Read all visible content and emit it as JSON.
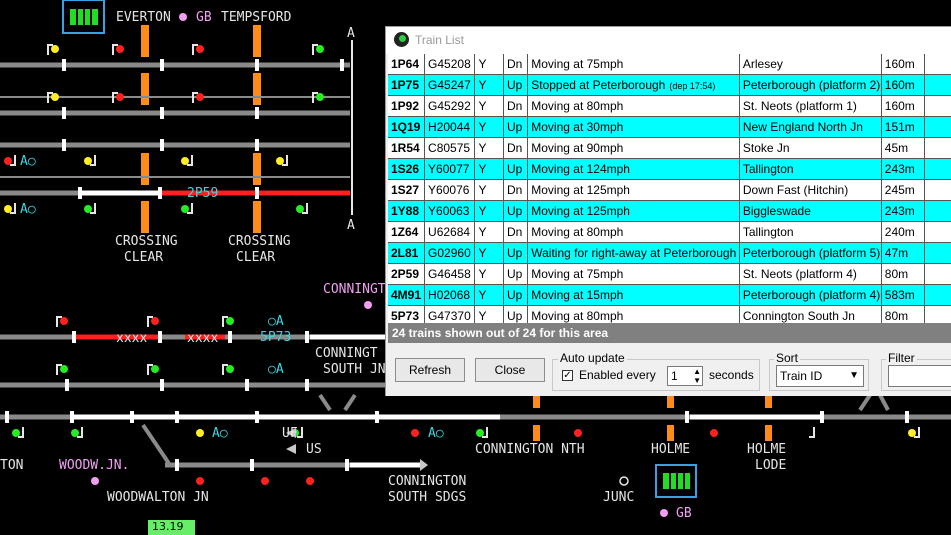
{
  "map": {
    "labels": {
      "everton": "EVERTON",
      "gb_top": "GB",
      "tempsford": "TEMPSFORD",
      "crossing1_a": "CROSSING",
      "crossing1_b": "CLEAR",
      "crossing2_a": "CROSSING",
      "crossing2_b": "CLEAR",
      "conning_top": "CONNINGT",
      "conning_south_a": "CONNINGT",
      "conning_south_b": "SOUTH JN",
      "conn_nth": "CONNINGTON NTH",
      "holme": "HOLME",
      "holme_lode_a": "HOLME",
      "holme_lode_b": "LODE",
      "woodw_jn": "WOODW.JN.",
      "woodwalton_jn": "WOODWALTON JN",
      "conn_sdgs_a": "CONNINGTON",
      "conn_sdgs_b": "SOUTH SDGS",
      "junc": "JUNC",
      "gb_bottom": "GB",
      "ton": "TON",
      "uf": "UF",
      "us": "US",
      "a_top": "A",
      "a_bottom": "A",
      "train_2p59": "2P59",
      "train_5p73": "5P73",
      "xxxx1": "xxxx",
      "xxxx2": "xxxx",
      "ao1": "A○",
      "ao2": "A○",
      "ao3": "A○",
      "ao4": "A○",
      "ao5": "○A",
      "ao6": "○A"
    },
    "clock": "13.19",
    "colors": {
      "track": "#8a8a8a",
      "route_set": "#ffffff",
      "occupied": "#ff2020",
      "crossing": "#ff8c1a",
      "lamp_red": "#ff2020",
      "lamp_green": "#22ee22",
      "lamp_yellow": "#ffee22",
      "lamp_blue": "#3ad6e0"
    }
  },
  "window": {
    "title": "Train List",
    "columns_visible": false,
    "rows": [
      {
        "id": "1P64",
        "loco": "G45208",
        "flag": "Y",
        "dir": "Dn",
        "status": "Moving at 75mph",
        "note": "",
        "location": "Arlesey",
        "length": "160m",
        "highlight": false
      },
      {
        "id": "1P75",
        "loco": "G45247",
        "flag": "Y",
        "dir": "Up",
        "status": "Stopped at Peterborough",
        "note": "(dep 17:54)",
        "location": "Peterborough (platform 2)",
        "length": "160m",
        "highlight": true
      },
      {
        "id": "1P92",
        "loco": "G45292",
        "flag": "Y",
        "dir": "Dn",
        "status": "Moving at 80mph",
        "note": "",
        "location": "St. Neots (platform 1)",
        "length": "160m",
        "highlight": false
      },
      {
        "id": "1Q19",
        "loco": "H20044",
        "flag": "Y",
        "dir": "Up",
        "status": "Moving at 30mph",
        "note": "",
        "location": "New England North Jn",
        "length": "151m",
        "highlight": true
      },
      {
        "id": "1R54",
        "loco": "C80575",
        "flag": "Y",
        "dir": "Dn",
        "status": "Moving at 90mph",
        "note": "",
        "location": "Stoke Jn",
        "length": "45m",
        "highlight": false
      },
      {
        "id": "1S26",
        "loco": "Y60077",
        "flag": "Y",
        "dir": "Up",
        "status": "Moving at 124mph",
        "note": "",
        "location": "Tallington",
        "length": "243m",
        "highlight": true
      },
      {
        "id": "1S27",
        "loco": "Y60076",
        "flag": "Y",
        "dir": "Dn",
        "status": "Moving at 125mph",
        "note": "",
        "location": "Down Fast (Hitchin)",
        "length": "245m",
        "highlight": false
      },
      {
        "id": "1Y88",
        "loco": "Y60063",
        "flag": "Y",
        "dir": "Up",
        "status": "Moving at 125mph",
        "note": "",
        "location": "Biggleswade",
        "length": "243m",
        "highlight": true
      },
      {
        "id": "1Z64",
        "loco": "U62684",
        "flag": "Y",
        "dir": "Dn",
        "status": "Moving at 80mph",
        "note": "",
        "location": "Tallington",
        "length": "240m",
        "highlight": false
      },
      {
        "id": "2L81",
        "loco": "G02960",
        "flag": "Y",
        "dir": "Up",
        "status": "Waiting for right-away at Peterborough",
        "note": "",
        "location": "Peterborough (platform 5)",
        "length": "47m",
        "highlight": true
      },
      {
        "id": "2P59",
        "loco": "G46458",
        "flag": "Y",
        "dir": "Up",
        "status": "Moving at 75mph",
        "note": "",
        "location": "St. Neots (platform 4)",
        "length": "80m",
        "highlight": false
      },
      {
        "id": "4M91",
        "loco": "H02068",
        "flag": "Y",
        "dir": "Up",
        "status": "Moving at 15mph",
        "note": "",
        "location": "Peterborough (platform 4)",
        "length": "583m",
        "highlight": true
      },
      {
        "id": "5P73",
        "loco": "G47370",
        "flag": "Y",
        "dir": "Up",
        "status": "Moving at 80mph",
        "note": "",
        "location": "Connington South Jn",
        "length": "80m",
        "highlight": false
      }
    ],
    "status_text": "24 trains shown out of 24 for this area",
    "refresh_label": "Refresh",
    "close_label": "Close",
    "auto_update": {
      "group_label": "Auto update",
      "checkbox_label": "Enabled every",
      "checked": true,
      "value": "1",
      "unit_label": "seconds"
    },
    "sort": {
      "group_label": "Sort",
      "selected": "Train ID"
    },
    "filter": {
      "group_label": "Filter",
      "value": ""
    }
  }
}
